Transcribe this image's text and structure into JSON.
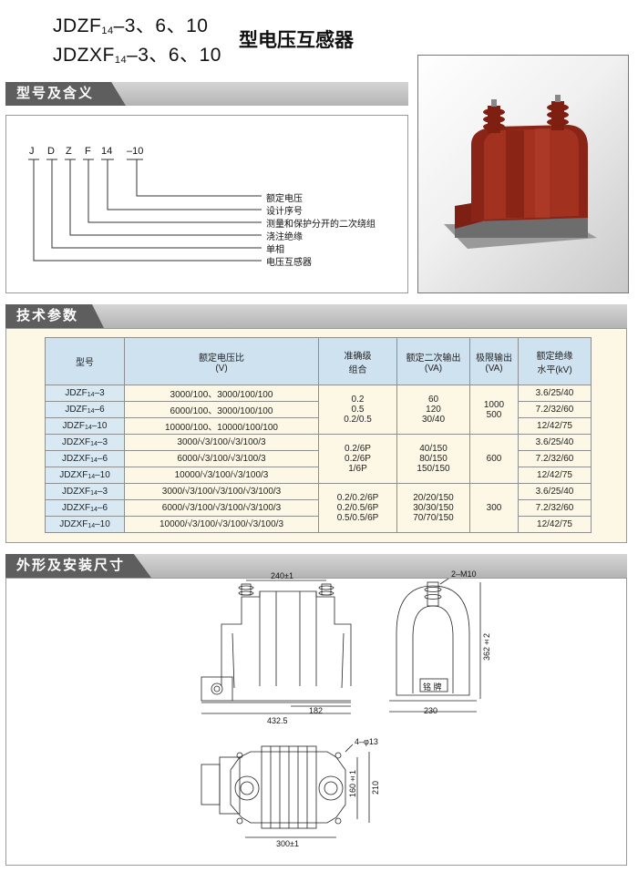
{
  "header": {
    "line1": {
      "prefix": "JDZF",
      "sub": "14",
      "suffix": "–3、6、10"
    },
    "line2": {
      "prefix": "JDZXF",
      "sub": "14",
      "suffix": "–3、6、10"
    },
    "title_cn": "型电压互感器"
  },
  "sections": {
    "model_meaning": "型号及含义",
    "tech_params": "技术参数",
    "dimensions": "外形及安装尺寸"
  },
  "model_code": {
    "letters": [
      "J",
      "D",
      "Z",
      "F",
      "14",
      "–10"
    ],
    "labels": [
      "额定电压",
      "设计序号",
      "测量和保护分开的二次绕组",
      "浇注绝缘",
      "单相",
      "电压互感器"
    ]
  },
  "table": {
    "headers": [
      "型号",
      "额定电压比",
      "(V)",
      "准确级",
      "组合",
      "额定二次输出",
      "(VA)",
      "极限输出",
      "(VA)",
      "额定绝缘",
      "水平(kV)"
    ],
    "rows": [
      {
        "model": "JDZF",
        "sub": "14",
        "msuffix": "–3",
        "ratio": "3000/100、3000/100/100",
        "ins": "3.6/25/40"
      },
      {
        "model": "JDZF",
        "sub": "14",
        "msuffix": "–6",
        "ratio": "6000/100、3000/100/100",
        "ins": "7.2/32/60"
      },
      {
        "model": "JDZF",
        "sub": "14",
        "msuffix": "–10",
        "ratio": "10000/100、10000/100/100",
        "ins": "12/42/75"
      },
      {
        "model": "JDZXF",
        "sub": "14",
        "msuffix": "–3",
        "ratio": "3000/√3/100/√3/100/3",
        "ins": "3.6/25/40"
      },
      {
        "model": "JDZXF",
        "sub": "14",
        "msuffix": "–6",
        "ratio": "6000/√3/100/√3/100/3",
        "ins": "7.2/32/60"
      },
      {
        "model": "JDZXF",
        "sub": "14",
        "msuffix": "–10",
        "ratio": "10000/√3/100/√3/100/3",
        "ins": "12/42/75"
      },
      {
        "model": "JDZXF",
        "sub": "14",
        "msuffix": "–3",
        "ratio": "3000/√3/100/√3/100/√3/100/3",
        "ins": "3.6/25/40"
      },
      {
        "model": "JDZXF",
        "sub": "14",
        "msuffix": "–6",
        "ratio": "6000/√3/100/√3/100/√3/100/3",
        "ins": "7.2/32/60"
      },
      {
        "model": "JDZXF",
        "sub": "14",
        "msuffix": "–10",
        "ratio": "10000/√3/100/√3/100/√3/100/3",
        "ins": "12/42/75"
      }
    ],
    "groups": [
      {
        "acc": [
          "0.2",
          "0.5",
          "0.2/0.5"
        ],
        "out": [
          "60",
          "120",
          "30/40"
        ],
        "lim": [
          "1000",
          "500"
        ]
      },
      {
        "acc": [
          "0.2/6P",
          "0.2/6P",
          "1/6P"
        ],
        "out": [
          "40/150",
          "80/150",
          "150/150"
        ],
        "lim": [
          "600"
        ]
      },
      {
        "acc": [
          "0.2/0.2/6P",
          "0.2/0.5/6P",
          "0.5/0.5/6P"
        ],
        "out": [
          "20/20/150",
          "30/30/150",
          "70/70/150"
        ],
        "lim": [
          "300"
        ]
      }
    ]
  },
  "dims": {
    "d240": "240±1",
    "d182": "182",
    "d432": "432.5",
    "m10": "2–M10",
    "d362": "362±2",
    "d230": "230",
    "nameplate": "铭 牌",
    "holes": "4–φ13",
    "d160": "160±1",
    "d210": "210",
    "d300": "300±1"
  },
  "colors": {
    "section_tab": "#5e5e5e",
    "table_header": "#cfe2f0",
    "panel_yellow": "#fdf8e6",
    "product": "#8a2416"
  }
}
